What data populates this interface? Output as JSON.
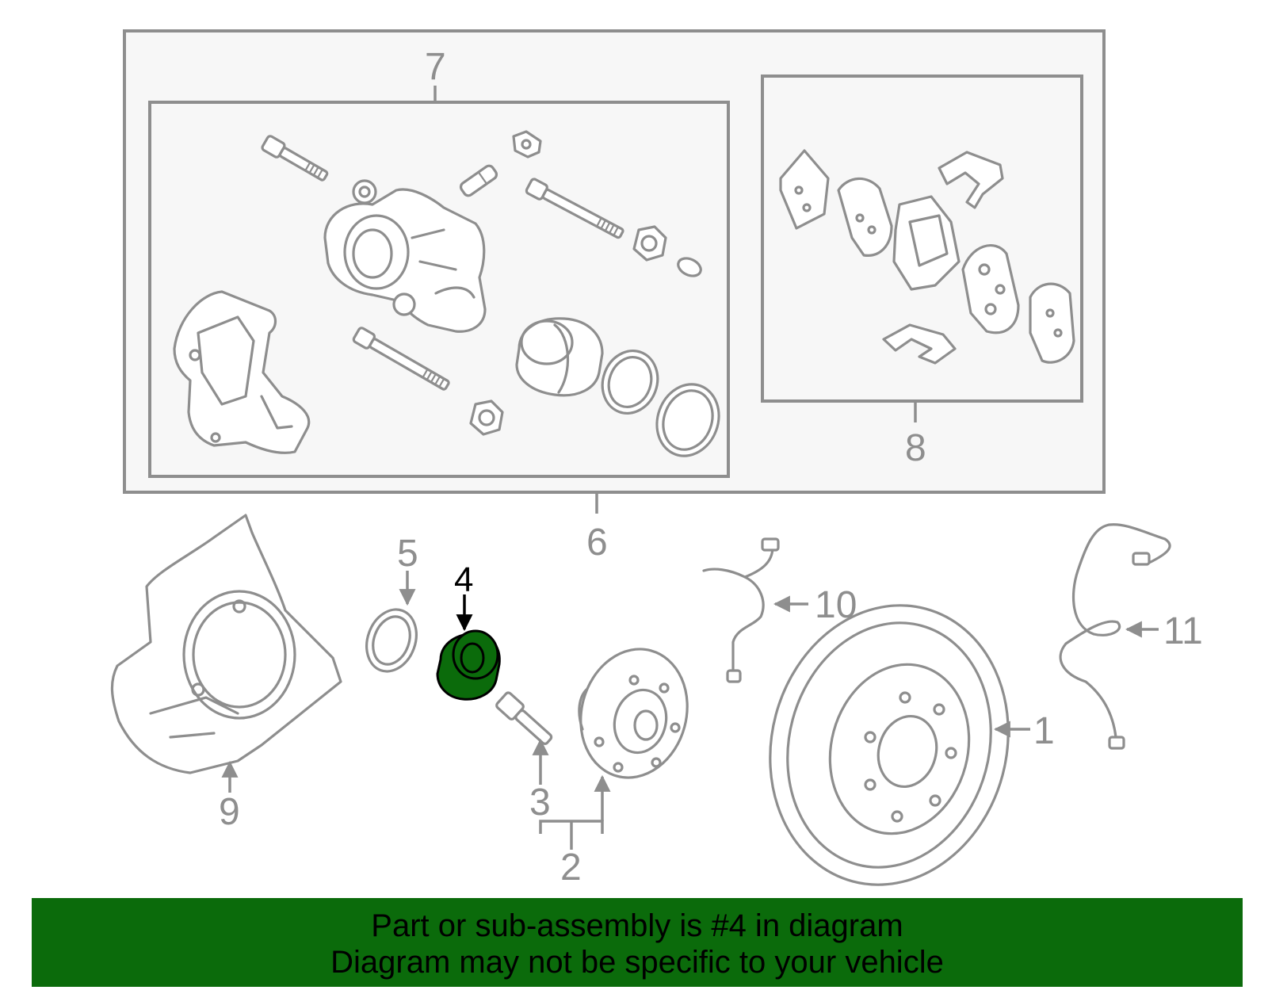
{
  "callouts": {
    "c1": "1",
    "c2": "2",
    "c3": "3",
    "c4": "4",
    "c5": "5",
    "c6": "6",
    "c7": "7",
    "c8": "8",
    "c9": "9",
    "c10": "10",
    "c11": "11"
  },
  "highlight": {
    "part_number": "4",
    "color": "#0b6b0b",
    "banner_color": "#0b6b0b"
  },
  "banner": {
    "line1": "Part or sub-assembly is #4 in diagram",
    "line2": "Diagram may not be specific to your vehicle"
  }
}
